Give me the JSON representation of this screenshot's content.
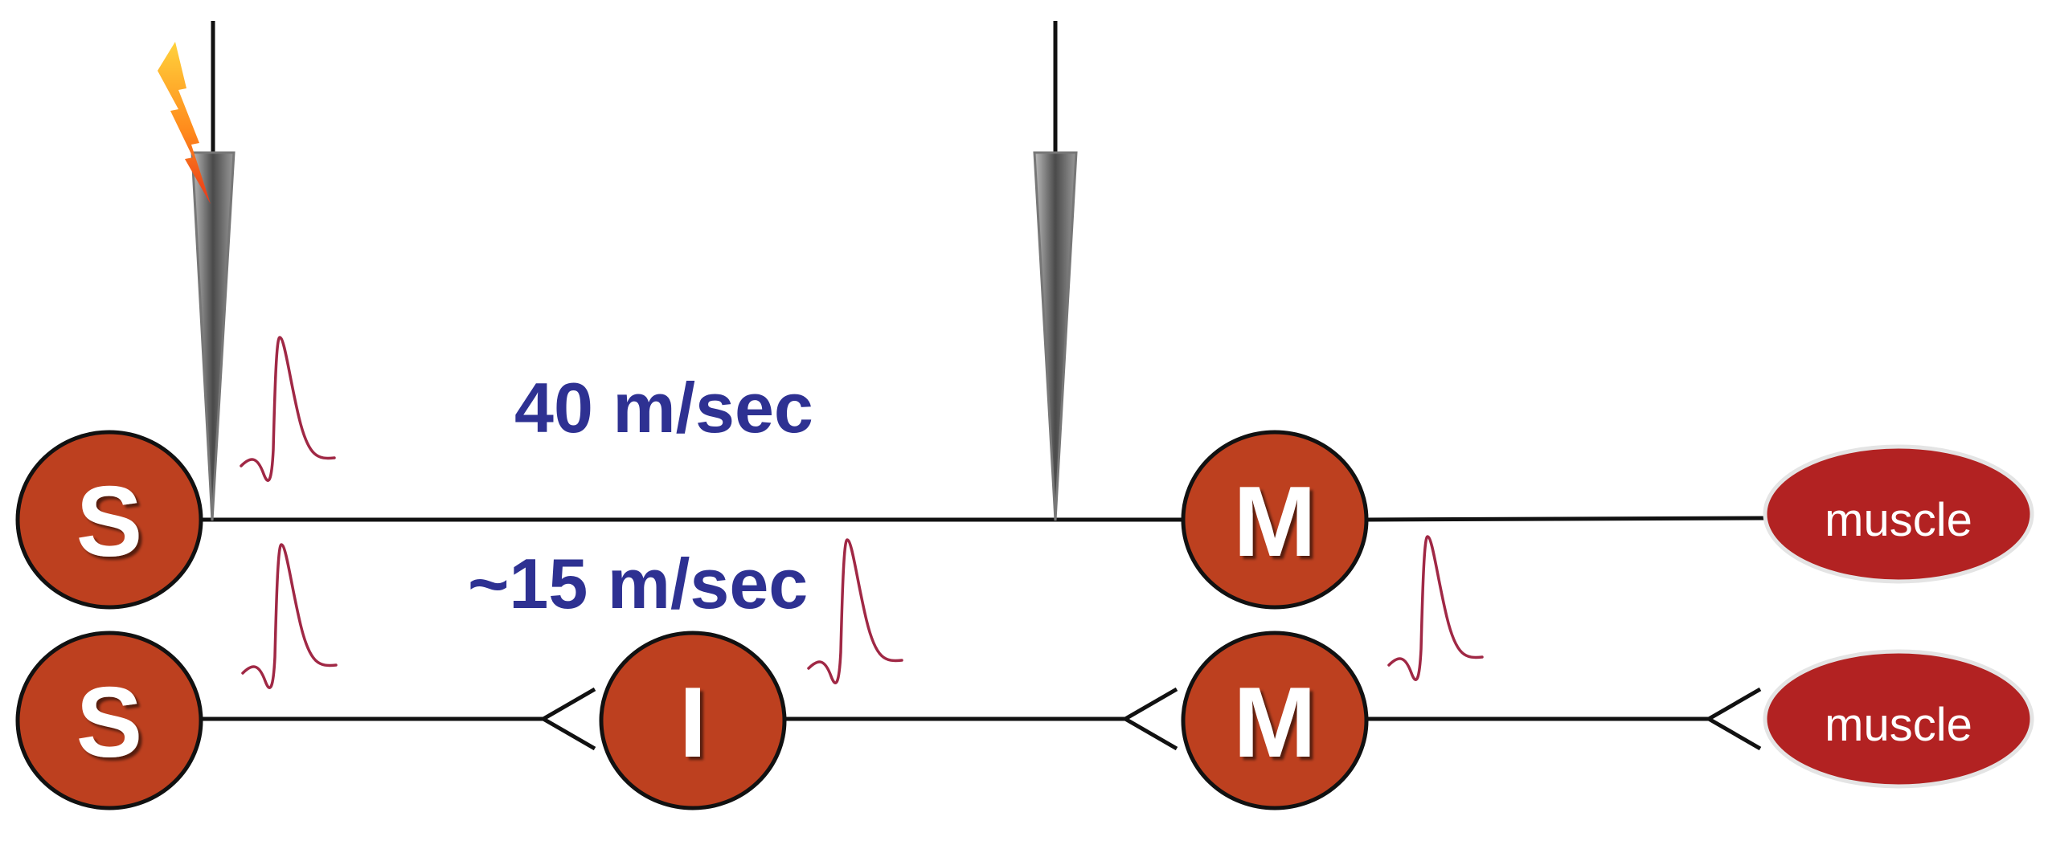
{
  "speeds": {
    "fast": "40 m/sec",
    "slow": "~15 m/sec"
  },
  "nodes": {
    "top_sensory": "S",
    "top_motor": "M",
    "bottom_sensory": "S",
    "bottom_interneuron": "I",
    "bottom_motor": "M"
  },
  "muscles": {
    "top": "muscle",
    "bottom": "muscle"
  },
  "icons": {
    "stimulus": "lightning-bolt-icon",
    "electrode": "recording-electrode-icon",
    "spike": "action-potential-trace-icon"
  },
  "colors": {
    "node_fill": "#bd401f",
    "muscle_fill": "#b22222",
    "speed_text": "#2e3192",
    "spike_trace": "#a02845",
    "line": "#111111"
  }
}
